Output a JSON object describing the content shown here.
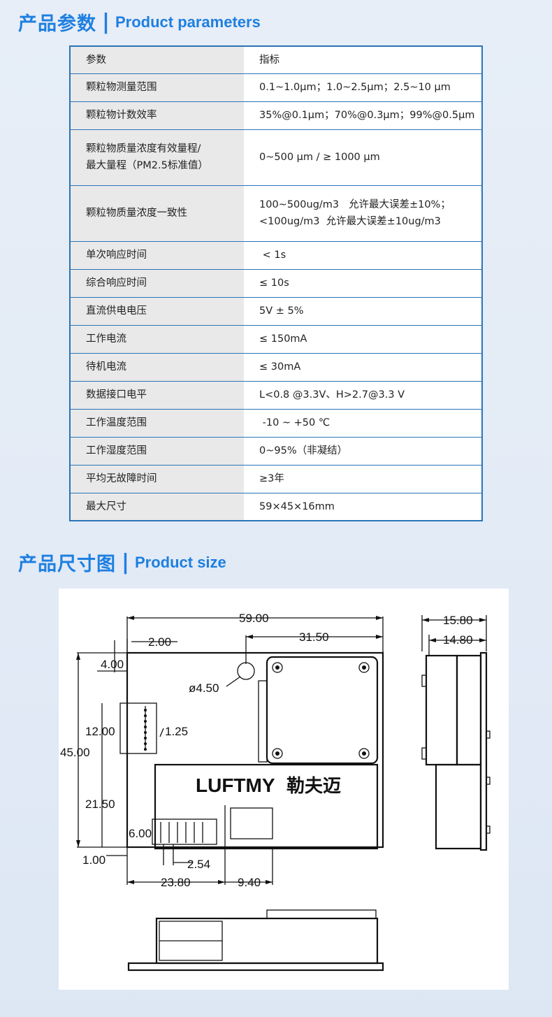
{
  "section1": {
    "title_cn": "产品参数",
    "divider": "|",
    "title_en": "Product parameters"
  },
  "params": [
    {
      "k": "参数",
      "v": "指标",
      "h": 40
    },
    {
      "k": "颗粒物测量范围",
      "v": "0.1~1.0μm；1.0~2.5μm；2.5~10 μm",
      "h": 40
    },
    {
      "k": "颗粒物计数效率",
      "v": "35%@0.1μm；70%@0.3μm；99%@0.5μm",
      "h": 40
    },
    {
      "k": "颗粒物质量浓度有效量程/\n最大量程（PM2.5标准值）",
      "v": "0~500 μm / ≥ 1000 μm",
      "h": 80
    },
    {
      "k": "颗粒物质量浓度一致性",
      "v": "100~500ug/m3   允许最大误差±10%；\n<100ug/m3  允许最大误差±10ug/m3",
      "h": 80
    },
    {
      "k": "单次响应时间",
      "v": " < 1s",
      "h": 40
    },
    {
      "k": "综合响应时间",
      "v": "≤ 10s",
      "h": 40
    },
    {
      "k": "直流供电电压",
      "v": "5V ± 5%",
      "h": 40
    },
    {
      "k": "工作电流",
      "v": "≤ 150mA",
      "h": 40
    },
    {
      "k": "待机电流",
      "v": "≤ 30mA",
      "h": 40
    },
    {
      "k": "数据接口电平",
      "v": "L<0.8 @3.3V、H>2.7@3.3 V",
      "h": 40
    },
    {
      "k": "工作温度范围",
      "v": " -10 ~ +50 ℃",
      "h": 40
    },
    {
      "k": "工作湿度范围",
      "v": "0~95%（非凝结）",
      "h": 40
    },
    {
      "k": "平均无故障时间",
      "v": "≥3年",
      "h": 40
    },
    {
      "k": "最大尺寸",
      "v": "59×45×16mm",
      "h": 40
    }
  ],
  "section2": {
    "title_cn": "产品尺寸图",
    "divider": "|",
    "title_en": "Product size"
  },
  "drawing": {
    "brand": "LUFTMY",
    "brand_cn": "勒夫迈",
    "dims": {
      "width": "59.00",
      "offset": "31.50",
      "top_off": "2.00",
      "hole_off": "4.00",
      "hole_dia": "ø4.50",
      "pin_len": "12.00",
      "pitch_small": "1.25",
      "height": "45.00",
      "lower": "21.50",
      "conn_h": "6.00",
      "bottom": "1.00",
      "pitch": "2.54",
      "conn_x": "23.80",
      "conn_w": "9.40",
      "depth": "15.80",
      "depth2": "14.80"
    }
  }
}
